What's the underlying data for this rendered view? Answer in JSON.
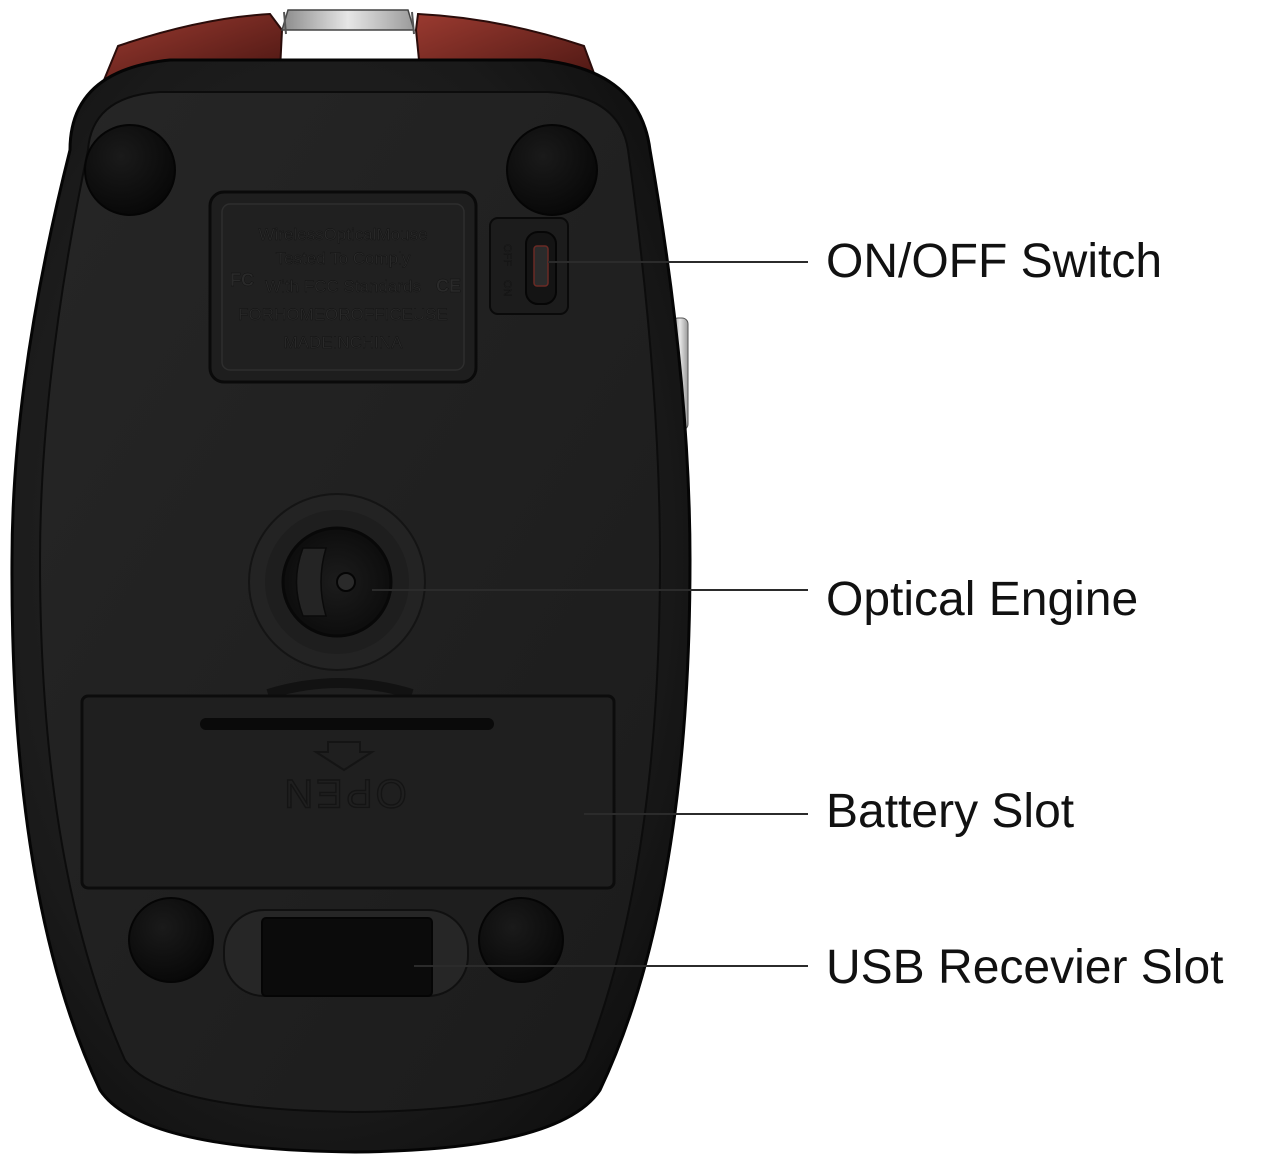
{
  "callouts": [
    {
      "id": "on-off-switch",
      "label": "ON/OFF Switch"
    },
    {
      "id": "optical-engine",
      "label": "Optical Engine"
    },
    {
      "id": "battery-slot",
      "label": "Battery Slot"
    },
    {
      "id": "usb-receiver-slot",
      "label": "USB Recevier Slot"
    }
  ],
  "compliance_label": {
    "lines": [
      "WirelessOpticalMouse",
      "Tested To Comply",
      "With FCC Standards",
      "FORHOMEOROFFICEUSE",
      "MADEINCHINA"
    ],
    "fc_mark": "FC",
    "ce_mark": "CE"
  },
  "power_switch": {
    "off_label": "OFF",
    "on_label": "ON"
  },
  "battery_cover": {
    "open_label": "OPEN"
  },
  "colors": {
    "body_shell": "#1c1c1c",
    "base_plate": "#222222",
    "accent_red": "#7a2a24",
    "callout_line": "#2b2b2b",
    "background": "#ffffff"
  }
}
